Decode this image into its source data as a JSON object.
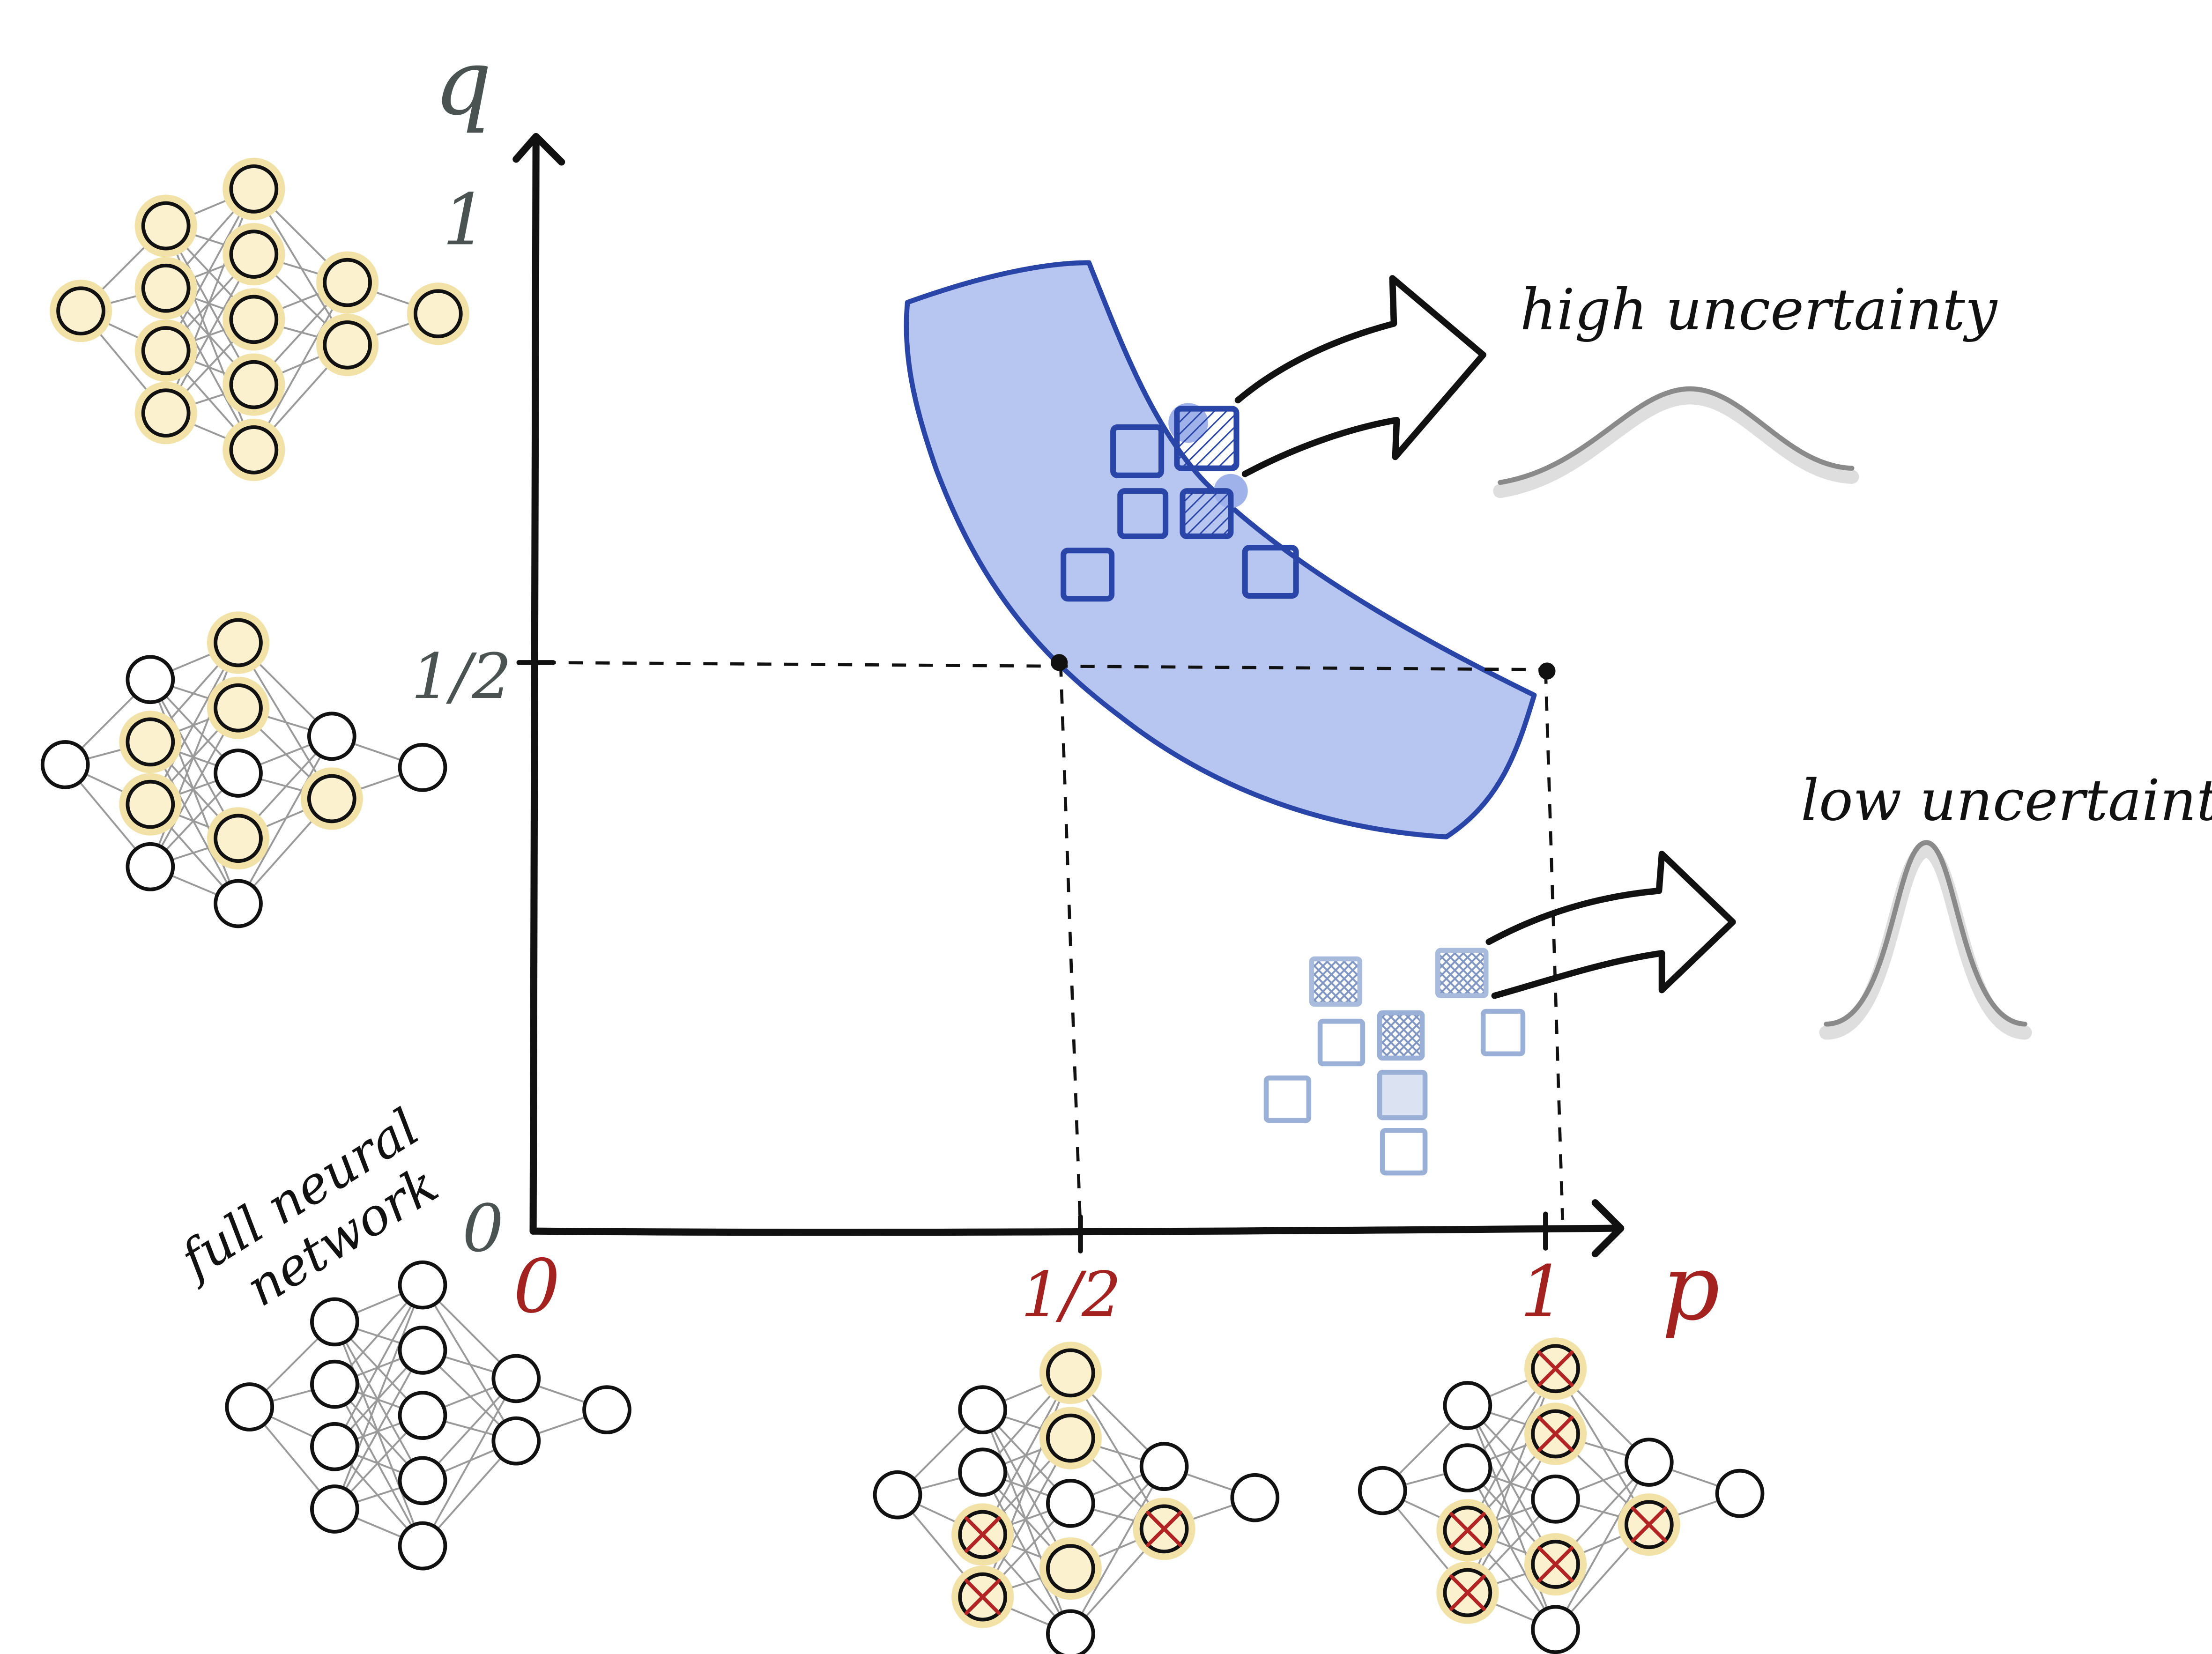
{
  "axes": {
    "x_label": "p",
    "y_label": "q",
    "x_ticks": [
      "0",
      "1/2",
      "1"
    ],
    "y_ticks": [
      "0",
      "1/2",
      "1"
    ]
  },
  "annotations": {
    "high": "high uncertainty",
    "low": "low uncertainty",
    "full_line1": "full neural",
    "full_line2": "network"
  },
  "colors": {
    "tick_red": "#a3221f",
    "axis_gray": "#4b5352",
    "band_fill": "#b7c6f1",
    "band_stroke": "#2a45a8",
    "square_dark": "#2a45a8",
    "square_light": "#9bb0d6",
    "node_halo": "#f3e2a8",
    "cross": "#b32424"
  },
  "icons": [
    "neural-network-icon",
    "uncertainty-curve-icon",
    "arrow-icon",
    "cross-icon"
  ]
}
